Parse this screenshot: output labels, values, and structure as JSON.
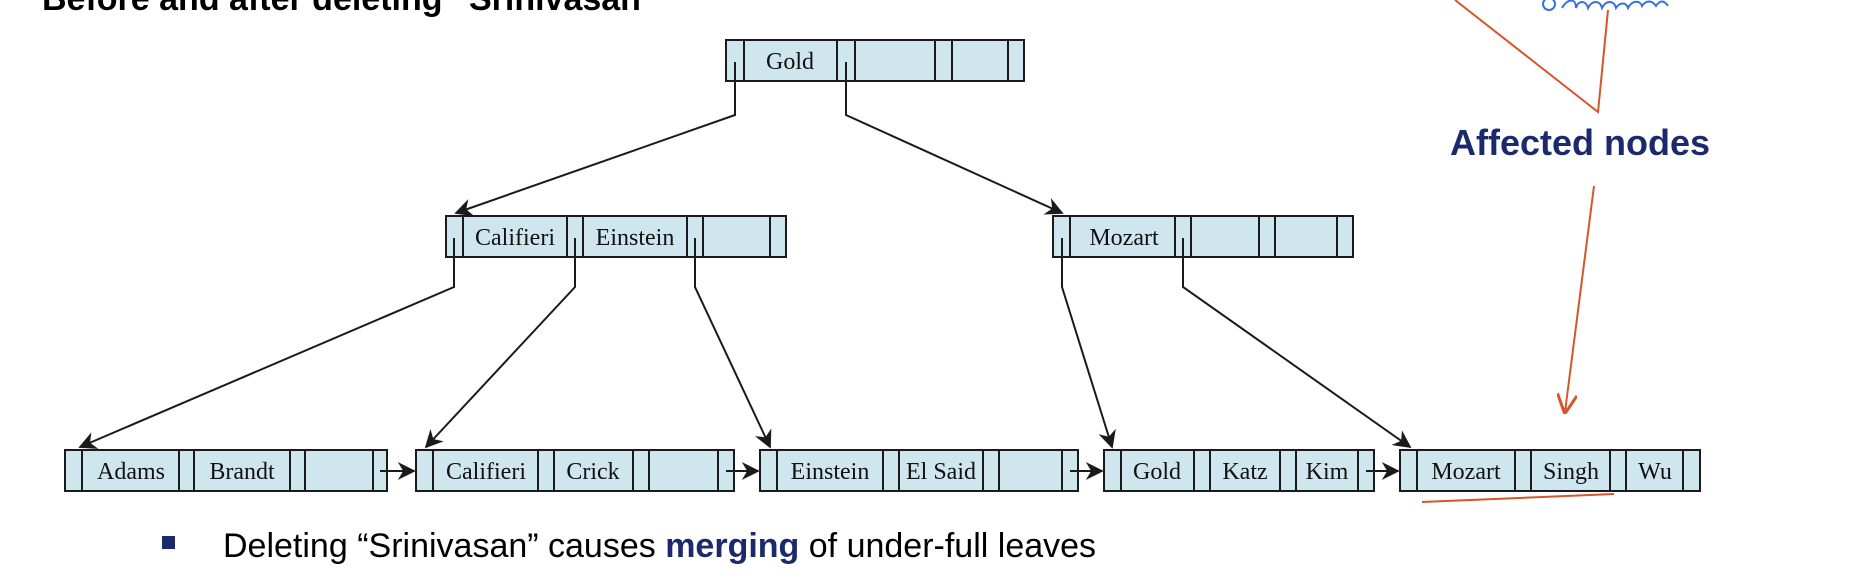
{
  "slide": {
    "title": "Before and after deleting “Srinivasan”",
    "annotation": "Affected nodes",
    "bullet": {
      "prefix": "Deleting “Srinivasan” causes ",
      "emphasis": "merging",
      "suffix": " of under-full leaves"
    }
  },
  "tree": {
    "root": {
      "keys": [
        "Gold",
        "",
        ""
      ]
    },
    "internal": [
      {
        "keys": [
          "Califieri",
          "Einstein",
          ""
        ]
      },
      {
        "keys": [
          "Mozart",
          "",
          ""
        ]
      }
    ],
    "leaves": [
      {
        "keys": [
          "Adams",
          "Brandt",
          ""
        ]
      },
      {
        "keys": [
          "Califieri",
          "Crick",
          ""
        ]
      },
      {
        "keys": [
          "Einstein",
          "El Said",
          ""
        ]
      },
      {
        "keys": [
          "Gold",
          "Katz",
          "Kim"
        ]
      },
      {
        "keys": [
          "Mozart",
          "Singh",
          "Wu"
        ]
      }
    ]
  },
  "colors": {
    "node_fill": "#cfe6ef",
    "title_blue": "#1a2a6c",
    "annotation_orange": "#d4562b",
    "handwriting_blue": "#3a6fe0"
  }
}
